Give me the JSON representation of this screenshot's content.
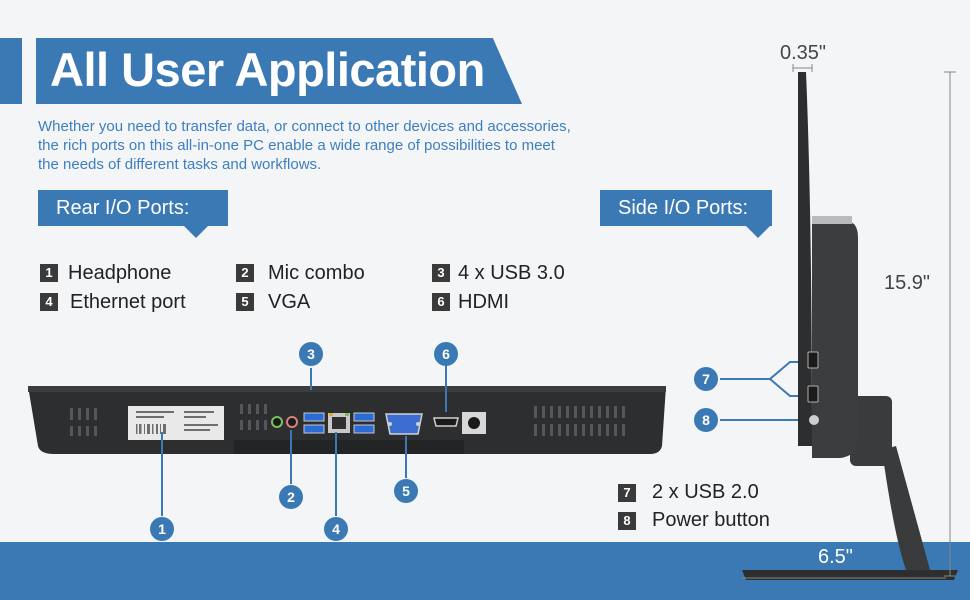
{
  "header": {
    "title": "All User Application",
    "intro_lines": [
      "Whether you need to transfer data, or connect to other devices and accessories,",
      "the rich ports on this all-in-one PC enable a wide range of possibilities to meet",
      "the needs of different tasks and workflows."
    ]
  },
  "rear": {
    "label": "Rear I/O Ports:",
    "items": [
      {
        "num": "1",
        "label": "Headphone"
      },
      {
        "num": "2",
        "label": "Mic combo"
      },
      {
        "num": "3",
        "label": "4 x USB 3.0"
      },
      {
        "num": "4",
        "label": "Ethernet port"
      },
      {
        "num": "5",
        "label": "VGA"
      },
      {
        "num": "6",
        "label": "HDMI"
      }
    ]
  },
  "side": {
    "label": "Side I/O Ports:",
    "items": [
      {
        "num": "7",
        "label": "2 x USB 2.0"
      },
      {
        "num": "8",
        "label": "Power button"
      }
    ]
  },
  "callouts": [
    "1",
    "2",
    "3",
    "4",
    "5",
    "6",
    "7",
    "8"
  ],
  "dimensions": {
    "thickness": "0.35\"",
    "height": "15.9\"",
    "depth": "6.5\""
  },
  "colors": {
    "accent": "#3a79b4",
    "body": "#2d2e30",
    "background": "#f4f5f7"
  }
}
